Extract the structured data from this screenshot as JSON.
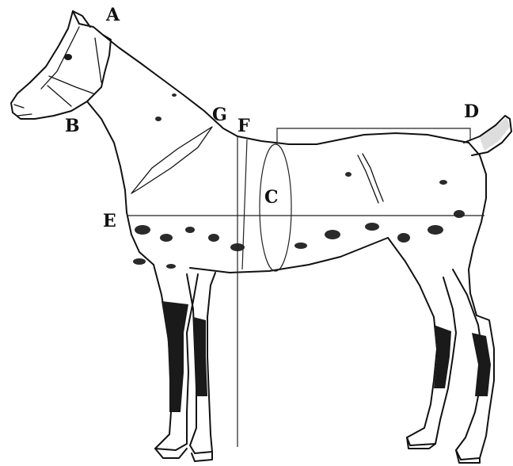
{
  "labels": {
    "A": "A",
    "B": "B",
    "C": "C",
    "D": "D",
    "E": "E",
    "F": "F",
    "G": "G"
  },
  "colors": {
    "ink": "#111111",
    "background": "#ffffff"
  }
}
